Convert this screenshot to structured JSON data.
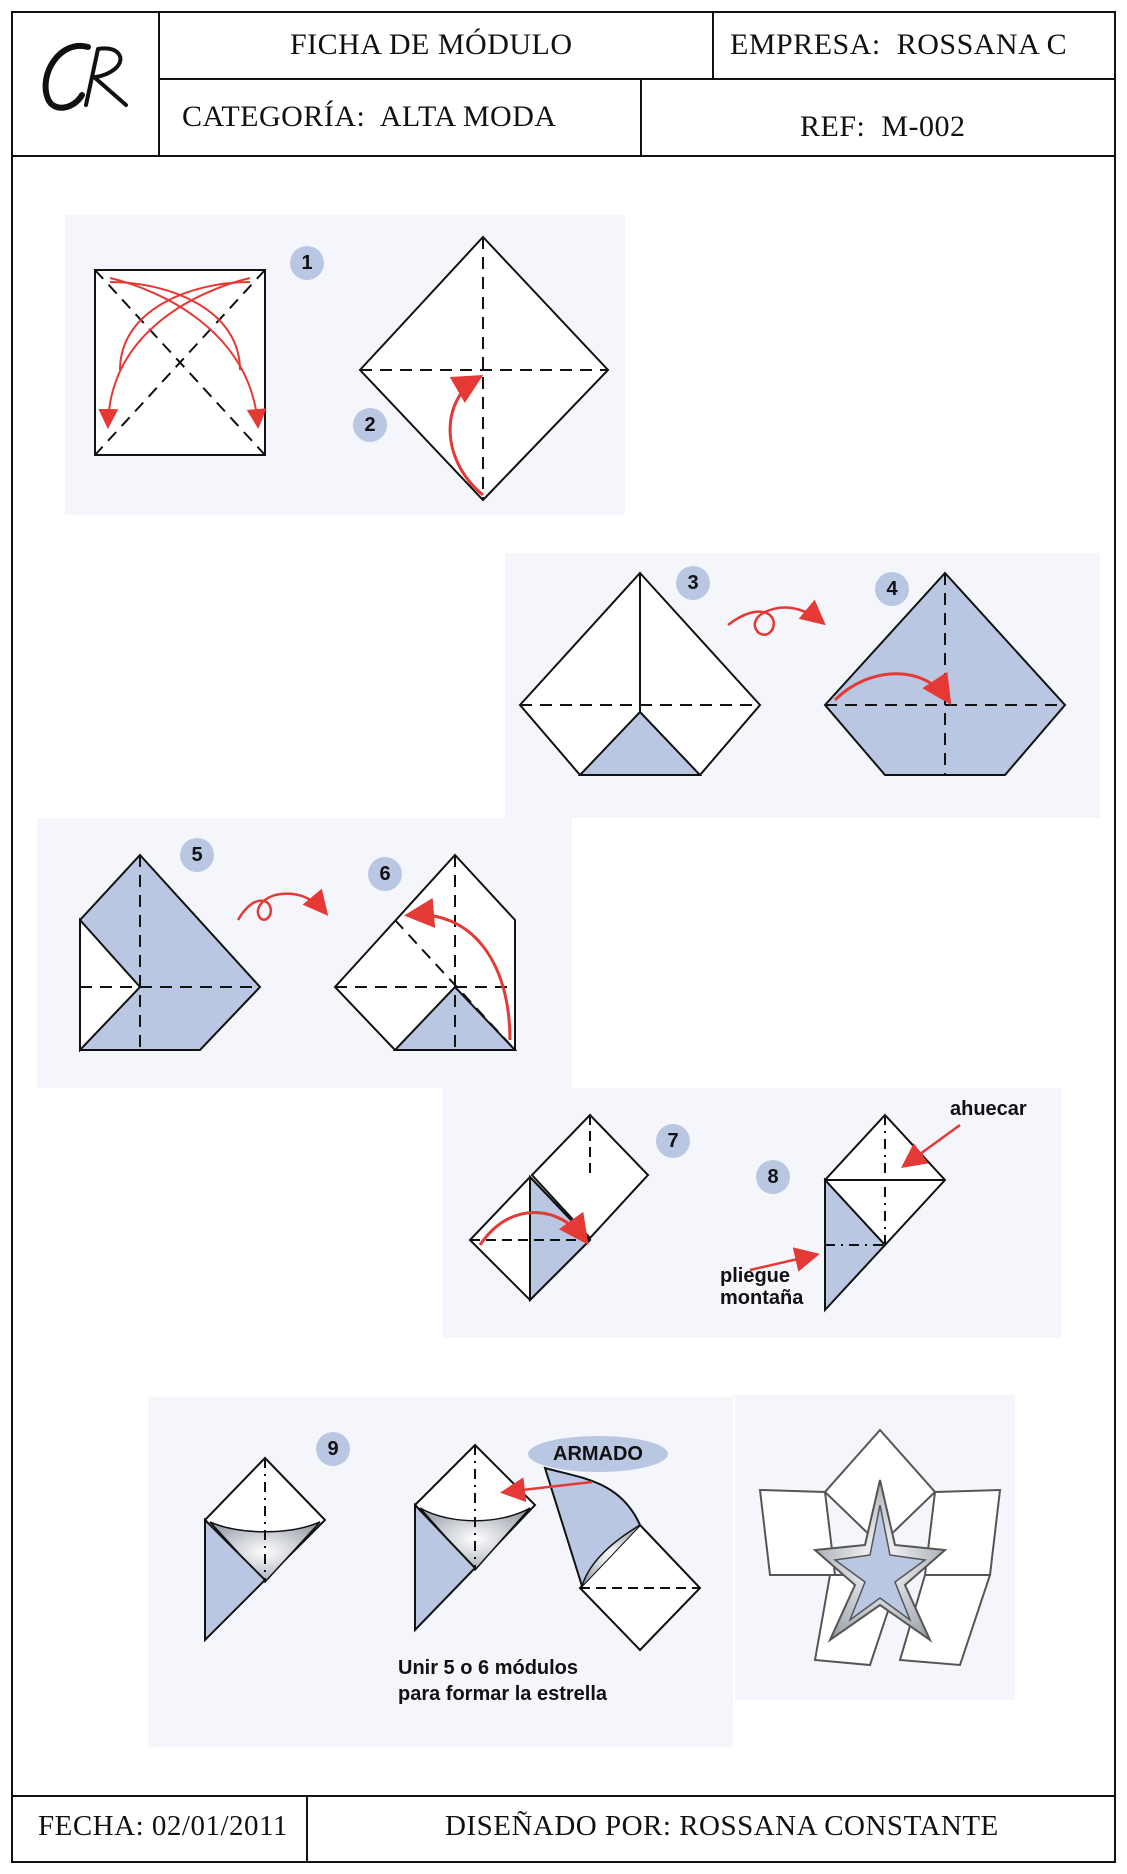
{
  "header": {
    "logo_text": "CR",
    "title": "FICHA DE MÓDULO",
    "company_label": "EMPRESA:",
    "company_value": "ROSSANA C",
    "category_label": "CATEGORÍA:",
    "category_value": "ALTA MODA",
    "ref_label": "REF:",
    "ref_value": "M-002"
  },
  "steps": [
    "1",
    "2",
    "3",
    "4",
    "5",
    "6",
    "7",
    "8",
    "9"
  ],
  "annotations": {
    "hollow": "ahuecar",
    "mountain_fold_1": "pliegue",
    "mountain_fold_2": "montaña",
    "assembly": "ARMADO",
    "join_1": "Unir 5 o 6 módulos",
    "join_2": "para formar la estrella"
  },
  "footer": {
    "date_label": "FECHA:",
    "date_value": "02/01/2011",
    "designer_label": "DISEÑADO POR:",
    "designer_value": "ROSSANA CONSTANTE"
  },
  "colors": {
    "fold_fill": "#b9c7e3",
    "arrow": "#e53935",
    "badge": "#b9c7e3",
    "line": "#111111"
  }
}
